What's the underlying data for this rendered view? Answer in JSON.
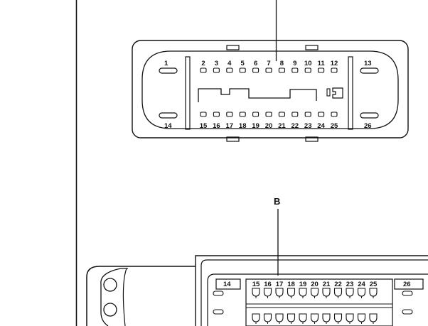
{
  "connector_a": {
    "pin_1": "1",
    "pin_13": "13",
    "pin_14": "14",
    "pin_26": "26",
    "top_row": [
      "2",
      "3",
      "4",
      "5",
      "6",
      "7",
      "8",
      "9",
      "10",
      "11",
      "12"
    ],
    "bottom_row": [
      "15",
      "16",
      "17",
      "18",
      "19",
      "20",
      "21",
      "22",
      "23",
      "24",
      "25"
    ]
  },
  "connector_b": {
    "callout": "B",
    "pin_14": "14",
    "pin_26": "26",
    "top_row": [
      "15",
      "16",
      "17",
      "18",
      "19",
      "20",
      "21",
      "22",
      "23",
      "24",
      "25"
    ]
  }
}
